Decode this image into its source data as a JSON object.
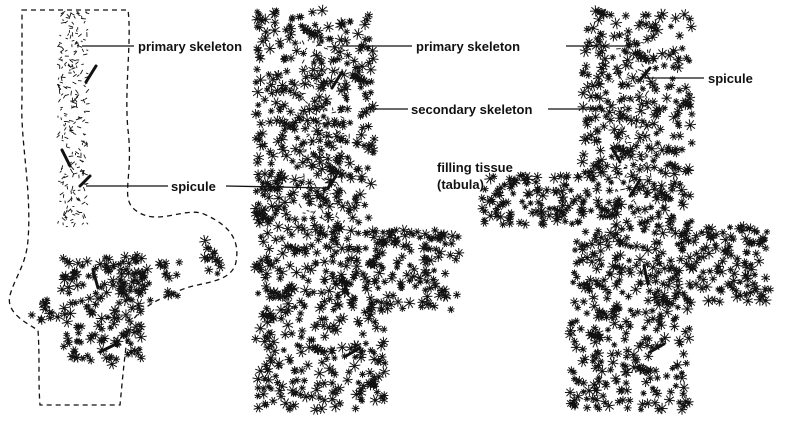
{
  "labels": {
    "primary_skeleton_1": "primary skeleton",
    "primary_skeleton_2": "primary skeleton",
    "secondary_skeleton": "secondary skeleton",
    "spicule_1": "spicule",
    "spicule_2": "spicule",
    "filling_tissue_line1": "filling tissue",
    "filling_tissue_line2": "(tabula)"
  },
  "colors": {
    "ink": "#111111",
    "paper": "#ffffff"
  }
}
